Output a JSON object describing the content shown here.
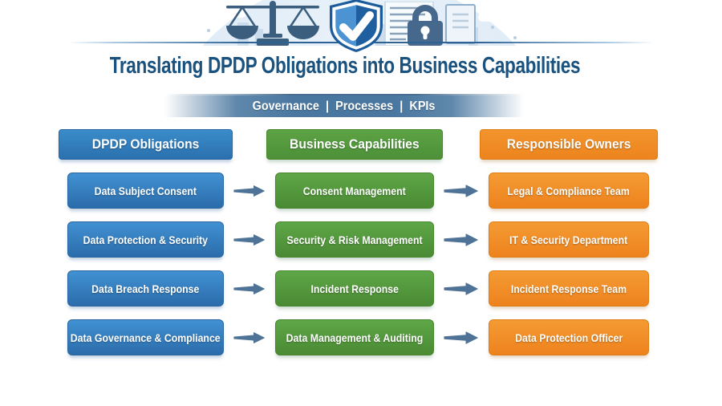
{
  "banner": {
    "icons": [
      {
        "name": "scales-of-justice"
      },
      {
        "name": "shield-with-checkmark"
      },
      {
        "name": "compliance-document"
      },
      {
        "name": "padlock"
      }
    ]
  },
  "title": "Translating DPDP Obligations into Business Capabilities",
  "subtitle": {
    "items": [
      "Governance",
      "Processes",
      "KPIs"
    ],
    "separator": "|"
  },
  "columns": [
    {
      "id": "obligations",
      "label": "DPDP Obligations",
      "color": "#2f7cbd"
    },
    {
      "id": "capabilities",
      "label": "Business Capabilities",
      "color": "#55a041"
    },
    {
      "id": "owners",
      "label": "Responsible Owners",
      "color": "#f18e26"
    }
  ],
  "rows": [
    {
      "obligation": "Data Subject Consent",
      "capability": "Consent Management",
      "owner": "Legal & Compliance Team"
    },
    {
      "obligation": "Data Protection & Security",
      "capability": "Security & Risk Management",
      "owner": "IT & Security Department"
    },
    {
      "obligation": "Data Breach Response",
      "capability": "Incident Response",
      "owner": "Incident Response Team"
    },
    {
      "obligation": "Data Governance & Compliance",
      "capability": "Data Management & Auditing",
      "owner": "Data Protection Officer"
    }
  ],
  "colors": {
    "title_navy": "#1a527f",
    "band_blue": "#4a77a0",
    "arrow_slate": "#4e7396",
    "obligation_blue_top": "#4191d2",
    "obligation_blue_bottom": "#2b6cab",
    "capability_green_top": "#5ea747",
    "capability_green_bottom": "#4a8a33",
    "owner_orange_top": "#f49b33",
    "owner_orange_bottom": "#ee821d"
  }
}
